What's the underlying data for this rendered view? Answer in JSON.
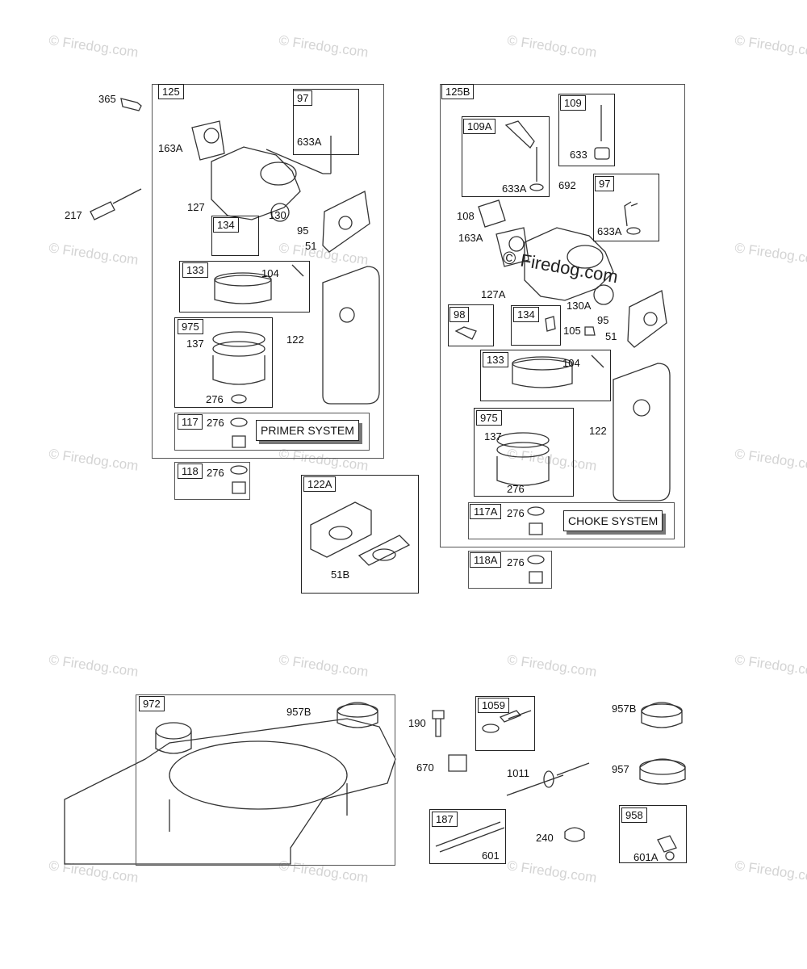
{
  "watermark": "© Firedog.com",
  "overlay_mark": "© Firedog.com",
  "primer": {
    "kit": "125",
    "system_label": "PRIMER SYSTEM",
    "labels": [
      "365",
      "217",
      "163A",
      "127",
      "130",
      "95",
      "51",
      "104",
      "137",
      "122",
      "276",
      "276",
      "276"
    ],
    "boxes": [
      "97",
      "633A",
      "134",
      "133",
      "975",
      "117",
      "118"
    ]
  },
  "choke": {
    "kit": "125B",
    "system_label": "CHOKE SYSTEM",
    "labels": [
      "633",
      "692",
      "108",
      "163A",
      "127A",
      "130A",
      "95",
      "51",
      "105",
      "104",
      "137",
      "122",
      "276",
      "276",
      "276"
    ],
    "boxes": [
      "109",
      "109A",
      "633A",
      "97",
      "633A",
      "98",
      "134",
      "133",
      "975",
      "117A",
      "118A"
    ]
  },
  "gasket_kit": {
    "box": "122A",
    "label": "51B"
  },
  "tank": {
    "box": "972",
    "label": "957B"
  },
  "fuel": {
    "labels": [
      "190",
      "670",
      "1011",
      "957B",
      "957",
      "240",
      "601",
      "601A"
    ],
    "boxes": [
      "1059",
      "187",
      "958"
    ]
  }
}
